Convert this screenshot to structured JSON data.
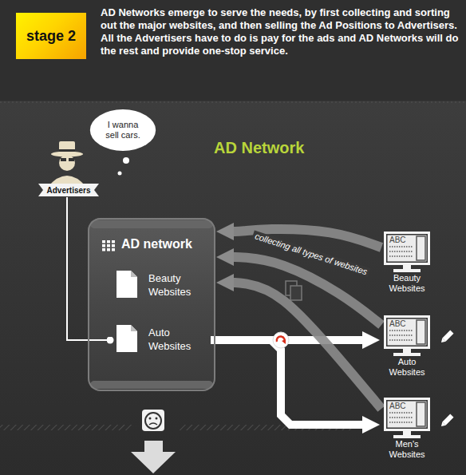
{
  "diagram": {
    "nodes": [
      {
        "text": [
          "stage 2"
        ]
      },
      {
        "text": [
          "I wanna sell cars."
        ]
      },
      {
        "text": [
          "Advertisers"
        ]
      },
      {
        "text": [
          "AD network"
        ]
      },
      {
        "text": [
          "Beauty Websites"
        ],
        "in": 3
      },
      {
        "text": [
          "Auto Websites"
        ],
        "in": 3
      },
      {
        "text": [
          "ABC",
          "Beauty Websites"
        ]
      },
      {
        "text": [
          "ABC",
          "Auto Websites"
        ]
      },
      {
        "text": [
          "ABC",
          "Men's Websites"
        ]
      }
    ],
    "edges": [
      {
        "from": 2,
        "to": 5,
        "arrow": "none"
      },
      {
        "from": 5,
        "to": 7,
        "arrow": "to"
      },
      {
        "from": 5,
        "to": 8,
        "arrow": "to"
      },
      {
        "from": 6,
        "to": 3,
        "arrow": "to"
      },
      {
        "from": 7,
        "to": 3,
        "arrow": "to",
        "label": "collecting all types of websites"
      },
      {
        "from": 8,
        "to": 3,
        "arrow": "to"
      }
    ],
    "labels": [
      "AD Networks emerge to serve the needs, by first collecting and sorting out the major websites, and then selling the Ad Positions to Advertisers. All the Advertisers have to do is pay for the ads and AD Networks will do the rest and provide one-stop service.",
      "AD Network"
    ]
  }
}
